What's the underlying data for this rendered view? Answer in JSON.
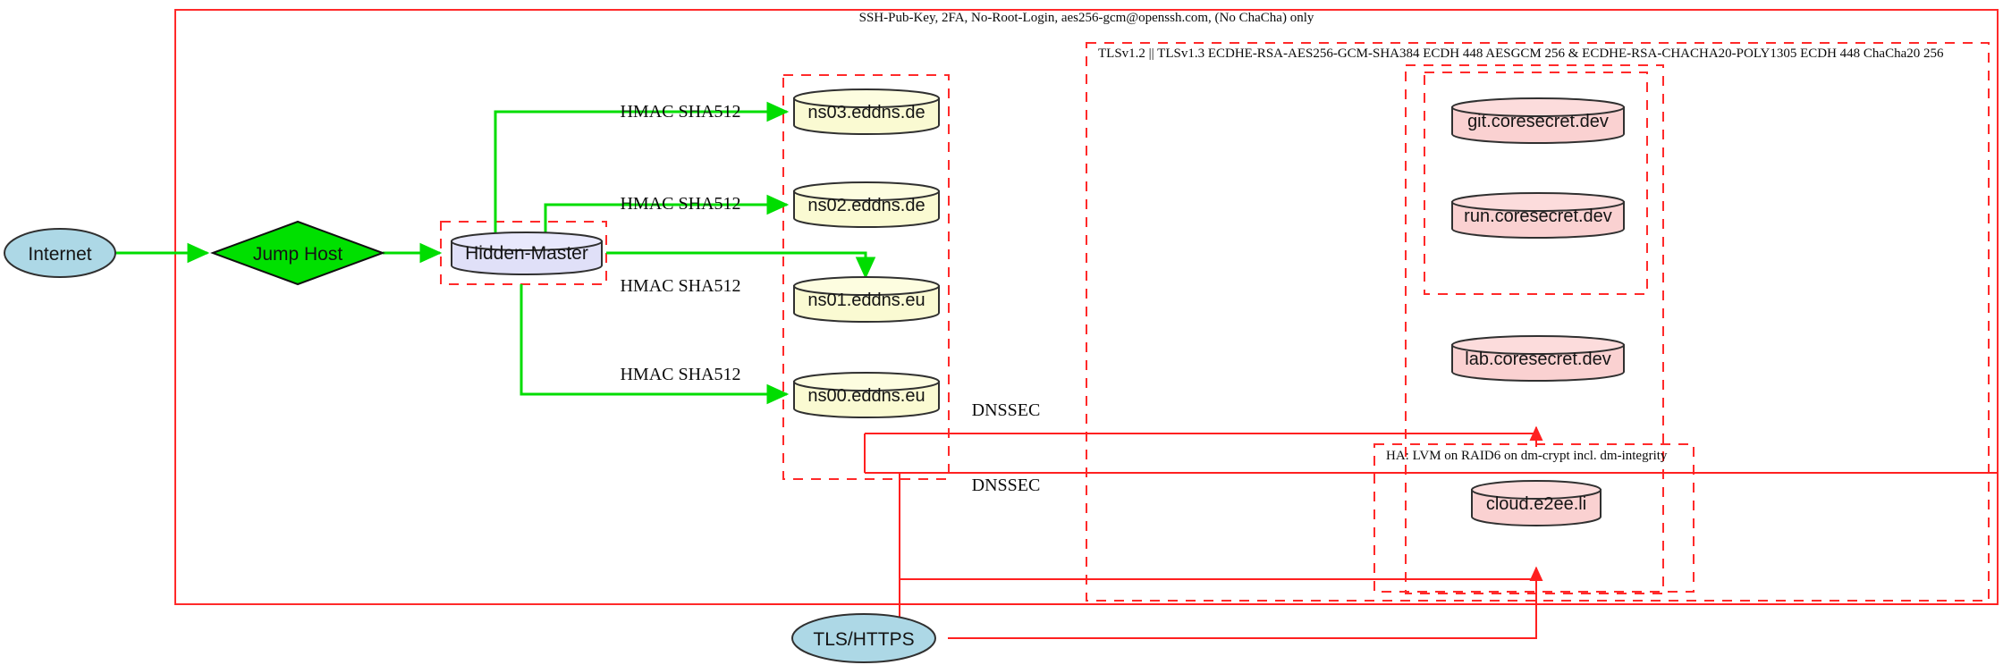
{
  "diagram": {
    "title_label": "SSH-Pub-Key, 2FA, No-Root-Login, aes256-gcm@openssh.com, (No ChaCha) only",
    "clusters": {
      "tls_cluster_label": "TLSv1.2 || TLSv1.3 ECDHE-RSA-AES256-GCM-SHA384 ECDH 448 AESGCM 256 & ECDHE-RSA-CHACHA20-POLY1305 ECDH 448 ChaCha20 256",
      "ha_cluster_label": "HA: LVM on RAID6 on dm-crypt incl. dm-integrity"
    },
    "nodes": {
      "internet": "Internet",
      "jump_host": "Jump Host",
      "hidden_master": "Hidden-Master",
      "ns03": "ns03.eddns.de",
      "ns02": "ns02.eddns.de",
      "ns01": "ns01.eddns.eu",
      "ns00": "ns00.eddns.eu",
      "git": "git.coresecret.dev",
      "run": "run.coresecret.dev",
      "lab": "lab.coresecret.dev",
      "cloud": "cloud.e2ee.li",
      "tls_https": "TLS/HTTPS"
    },
    "edge_labels": {
      "hmac_ns03": "HMAC SHA512",
      "hmac_ns02": "HMAC SHA512",
      "hmac_ns01": "HMAC SHA512",
      "hmac_ns00": "HMAC SHA512",
      "dnssec_top": "DNSSEC",
      "dnssec_bottom": "DNSSEC"
    },
    "colors": {
      "cluster_border": "#ff2a2a",
      "ssh_edge": "#00dd00",
      "tls_edge": "#ff2020",
      "internet_fill": "#add8e6",
      "jump_host_fill": "#00e000",
      "hidden_master_fill": "#e0e0f8",
      "dns_fill": "#fafad2",
      "service_fill": "#fad1d1",
      "node_stroke": "#303030"
    }
  }
}
